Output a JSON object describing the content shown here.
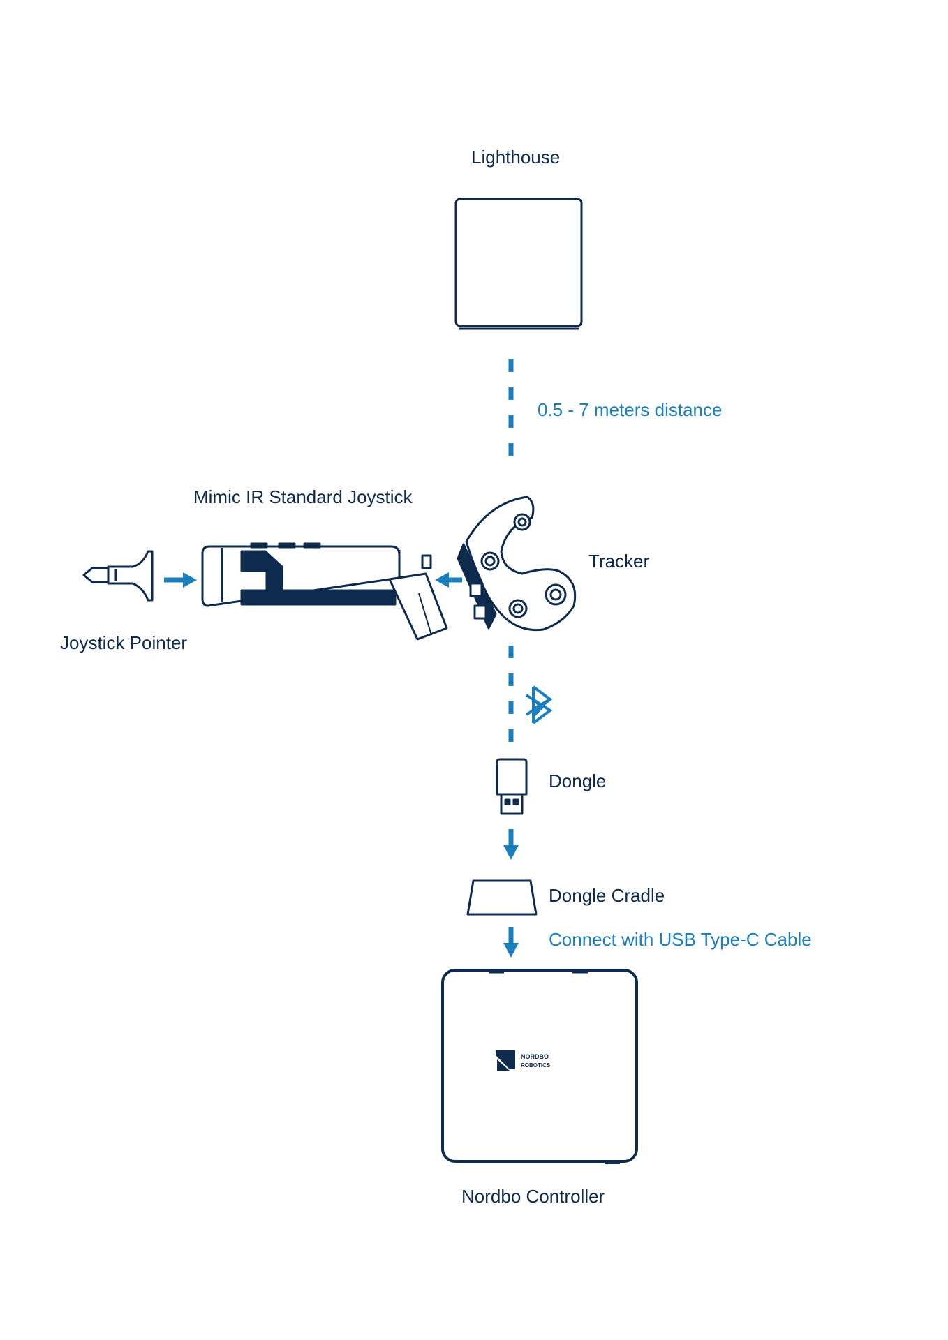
{
  "colors": {
    "ink": "#0e2a4d",
    "accent": "#1b7fbd",
    "background": "#ffffff"
  },
  "labels": {
    "lighthouse": "Lighthouse",
    "distance": "0.5 - 7 meters distance",
    "joystick": "Mimic IR Standard Joystick",
    "tracker": "Tracker",
    "joystick_pointer": "Joystick Pointer",
    "dongle": "Dongle",
    "dongle_cradle": "Dongle Cradle",
    "usb_cable": "Connect with USB Type-C Cable",
    "controller": "Nordbo Controller"
  },
  "logo": {
    "line1": "NORDBO",
    "line2": "ROBOTICS"
  },
  "icons": [
    "bluetooth-icon",
    "arrow-right-icon",
    "arrow-left-icon",
    "arrow-down-icon"
  ]
}
